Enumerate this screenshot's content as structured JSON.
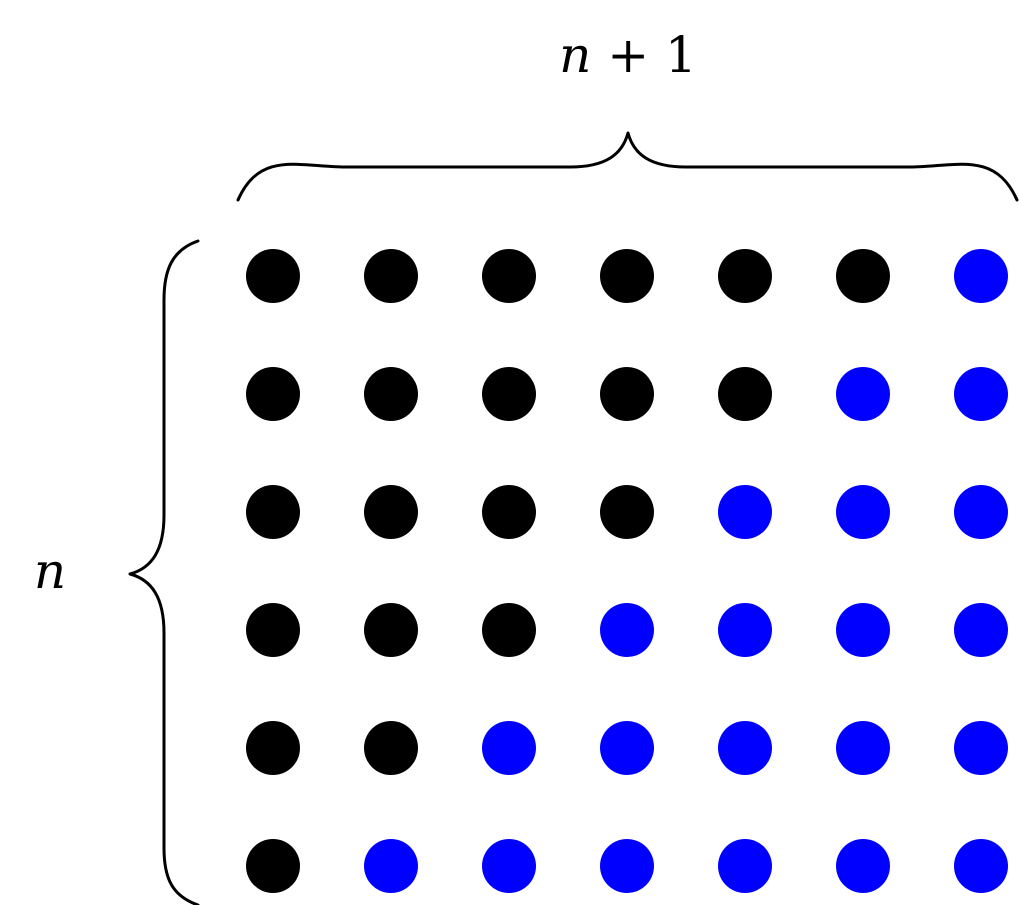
{
  "top_label": {
    "var": "n",
    "op": " + ",
    "num": "1"
  },
  "side_label": "n",
  "grid": {
    "rows": 6,
    "cols": 7,
    "cells": [
      [
        "black",
        "black",
        "black",
        "black",
        "black",
        "black",
        "blue"
      ],
      [
        "black",
        "black",
        "black",
        "black",
        "black",
        "blue",
        "blue"
      ],
      [
        "black",
        "black",
        "black",
        "black",
        "blue",
        "blue",
        "blue"
      ],
      [
        "black",
        "black",
        "black",
        "blue",
        "blue",
        "blue",
        "blue"
      ],
      [
        "black",
        "black",
        "blue",
        "blue",
        "blue",
        "blue",
        "blue"
      ],
      [
        "black",
        "blue",
        "blue",
        "blue",
        "blue",
        "blue",
        "blue"
      ]
    ]
  },
  "colors": {
    "black": "#000000",
    "blue": "#0000ff"
  }
}
